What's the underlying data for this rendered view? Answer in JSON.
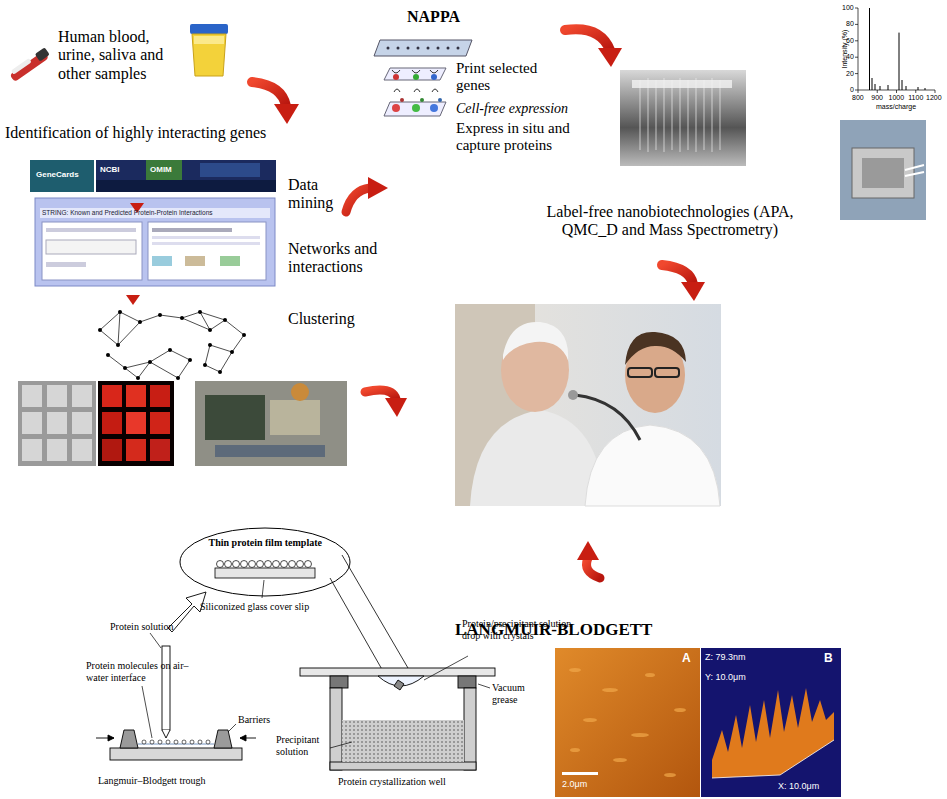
{
  "diagram": {
    "labels": [
      "Human blood, urine, saliva and other samples",
      "Identification of highly interacting genes",
      "GeneCards",
      "NCBI",
      "OMIM",
      "STRING: Known and Predicted Protein-Protein Interactions",
      "Data mining",
      "Networks and interactions",
      "Clustering",
      "NAPPA",
      "Print selected genes",
      "Cell-free expression",
      "Express in situ and capture proteins",
      "Intensity (%)",
      "100",
      "80",
      "60",
      "40",
      "20",
      "0",
      "800",
      "900",
      "1000",
      "1100",
      "1200",
      "mass/charge",
      "Label-free nanobiotechnologies (APA, QMC_D and Mass Spectrometry)",
      "LANGMUIR-BLODGETT",
      "Thin protein film template",
      "Protein solution",
      "Siliconized glass cover slip",
      "Protein/precipitant solution drop with crystals",
      "Protein molecules on air–water interface",
      "Vacuum grease",
      "Barriers",
      "Precipitant solution",
      "Langmuir–Blodgett trough",
      "Protein crystallization well",
      "A",
      "2.0μm",
      "B",
      "Z: 79.3nm",
      "Y: 10.0μm",
      "X: 10.0μm"
    ]
  }
}
